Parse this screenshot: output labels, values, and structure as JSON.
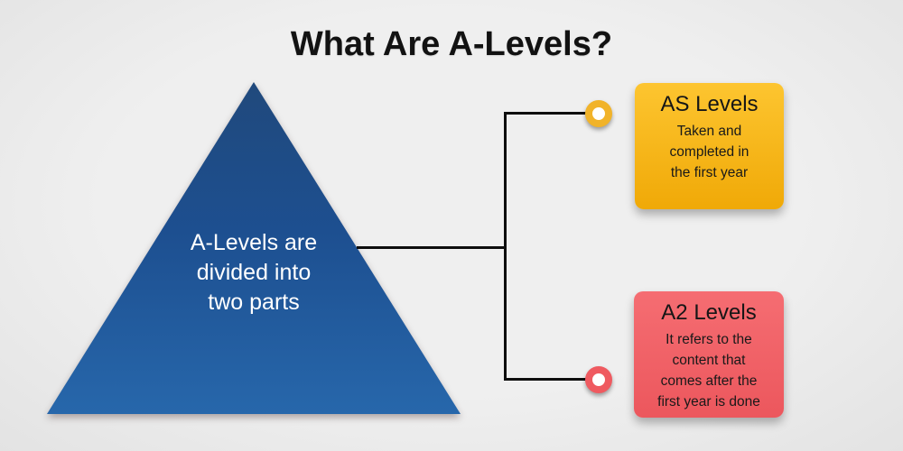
{
  "background_color": "#ECECEC",
  "header": {
    "title": "What Are A-Levels?"
  },
  "pyramid": {
    "label": "A-Levels are\ndivided into\ntwo parts",
    "fill_top": "#20497C",
    "fill_bottom": "#2767AB",
    "text_color": "#FFFFFF"
  },
  "connectors": {
    "line_color": "#0E0E0E"
  },
  "branches": [
    {
      "id": "as-levels",
      "title": "AS Levels",
      "description": "Taken and\ncompleted in\nthe first year",
      "card_color_top": "#FDC530",
      "card_color_bottom": "#F0A907",
      "node_ring_color": "#F1B32A",
      "text_color": "#161616"
    },
    {
      "id": "a2-levels",
      "title": "A2 Levels",
      "description": "It refers to the\ncontent that\ncomes after the\nfirst year is done",
      "card_color_top": "#F56D72",
      "card_color_bottom": "#EC575D",
      "node_ring_color": "#EF5A60",
      "text_color": "#191919"
    }
  ]
}
